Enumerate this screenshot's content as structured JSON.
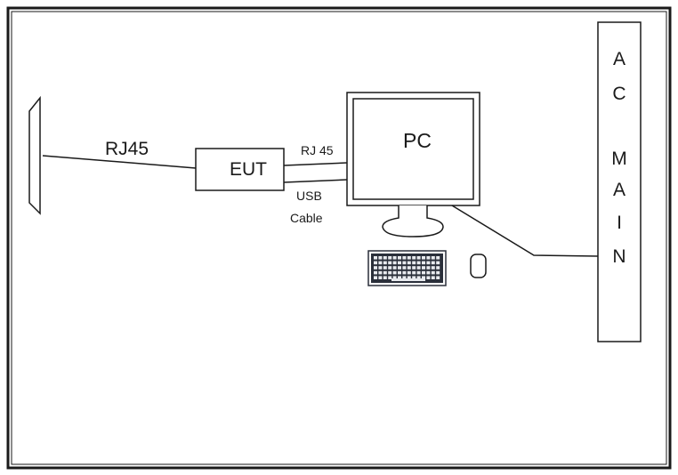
{
  "labels": {
    "rj45_main": "RJ45",
    "eut": "EUT",
    "rj45_small": "RJ 45",
    "usb_line1": "USB",
    "usb_line2": "Cable",
    "pc": "PC"
  },
  "ac_main": {
    "letters": [
      "A",
      "C",
      "M",
      "A",
      "I",
      "N"
    ]
  },
  "colors": {
    "stroke": "#1a1a1a",
    "background": "#ffffff",
    "keyboard": "#2a2f3a"
  }
}
